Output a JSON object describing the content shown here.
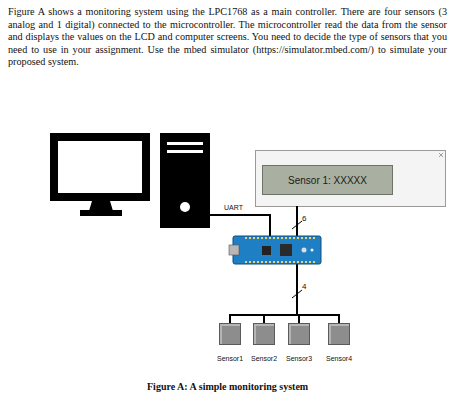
{
  "diagram": {
    "caption": "Figure A: A simple monitoring system",
    "nodes": [
      {
        "text": [
          "Sensor 1: XXXXX"
        ]
      },
      {
        "text": [
          "Sensor1"
        ]
      },
      {
        "text": [
          "Sensor2"
        ]
      },
      {
        "text": [
          "Sensor3"
        ]
      },
      {
        "text": [
          "Sensor4"
        ]
      }
    ],
    "labels": [
      "Figure A shows a monitoring system using the LPC1768 as a main controller. There are four sensors (3 analog and 1 digital) connected to the microcontroller. The microcontroller read the data from the sensor and displays the values on the LCD and computer screens. You need to decide the type of sensors that you need to use in your assignment. Use the mbed simulator (https://simulator.mbed.com/) to simulate your proposed system.",
      "UART",
      "6",
      "4"
    ]
  }
}
